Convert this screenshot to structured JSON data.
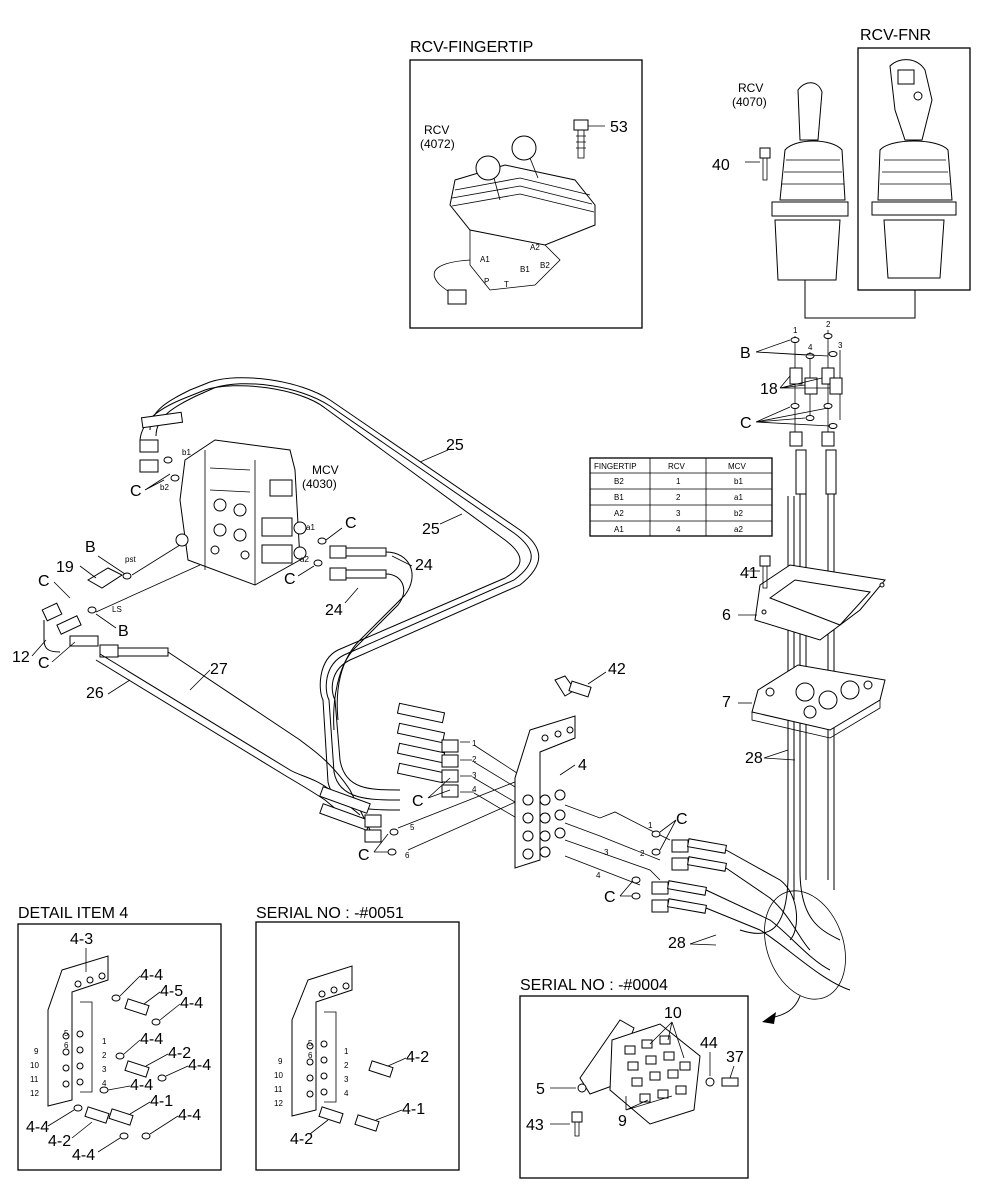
{
  "panels": {
    "rcv_fingertip": "RCV-FINGERTIP",
    "rcv_fnr": "RCV-FNR",
    "detail_item4": "DETAIL ITEM 4",
    "serial_0051": "SERIAL NO : -#0051",
    "serial_0004": "SERIAL NO : -#0004"
  },
  "components": {
    "rcv_4072": "RCV\n(4072)",
    "rcv_4070": "RCV\n(4070)",
    "mcv_4030": "MCV\n(4030)"
  },
  "port_labels": {
    "a2": "A2",
    "a1": "A1",
    "b1": "B1",
    "b2": "B2",
    "p": "P",
    "t": "T",
    "mcv_b1": "b1",
    "mcv_b2": "b2",
    "mcv_a1": "a1",
    "mcv_a2": "a2",
    "pst": "pst",
    "ls": "LS"
  },
  "port_numbers": [
    "1",
    "2",
    "3",
    "4",
    "5",
    "6"
  ],
  "callouts": {
    "c": "C",
    "b": "B",
    "n53": "53",
    "n40": "40",
    "n18": "18",
    "n41": "41",
    "n6": "6",
    "n7": "7",
    "n28": "28",
    "n25": "25",
    "n24": "24",
    "n19": "19",
    "n12": "12",
    "n27": "27",
    "n26": "26",
    "n42": "42",
    "n4": "4",
    "n10": "10",
    "n44": "44",
    "n37": "37",
    "n5": "5",
    "n43": "43",
    "n9": "9",
    "d4_3": "4-3",
    "d4_4": "4-4",
    "d4_5": "4-5",
    "d4_2": "4-2",
    "d4_1": "4-1"
  },
  "detail_numbers": [
    "5",
    "6",
    "1",
    "2",
    "3",
    "4",
    "9",
    "10",
    "11",
    "12"
  ],
  "port_table": {
    "headers": [
      "FINGERTIP",
      "RCV",
      "MCV"
    ],
    "rows": [
      [
        "B2",
        "1",
        "b1"
      ],
      [
        "B1",
        "2",
        "a1"
      ],
      [
        "A2",
        "3",
        "b2"
      ],
      [
        "A1",
        "4",
        "a2"
      ]
    ]
  }
}
